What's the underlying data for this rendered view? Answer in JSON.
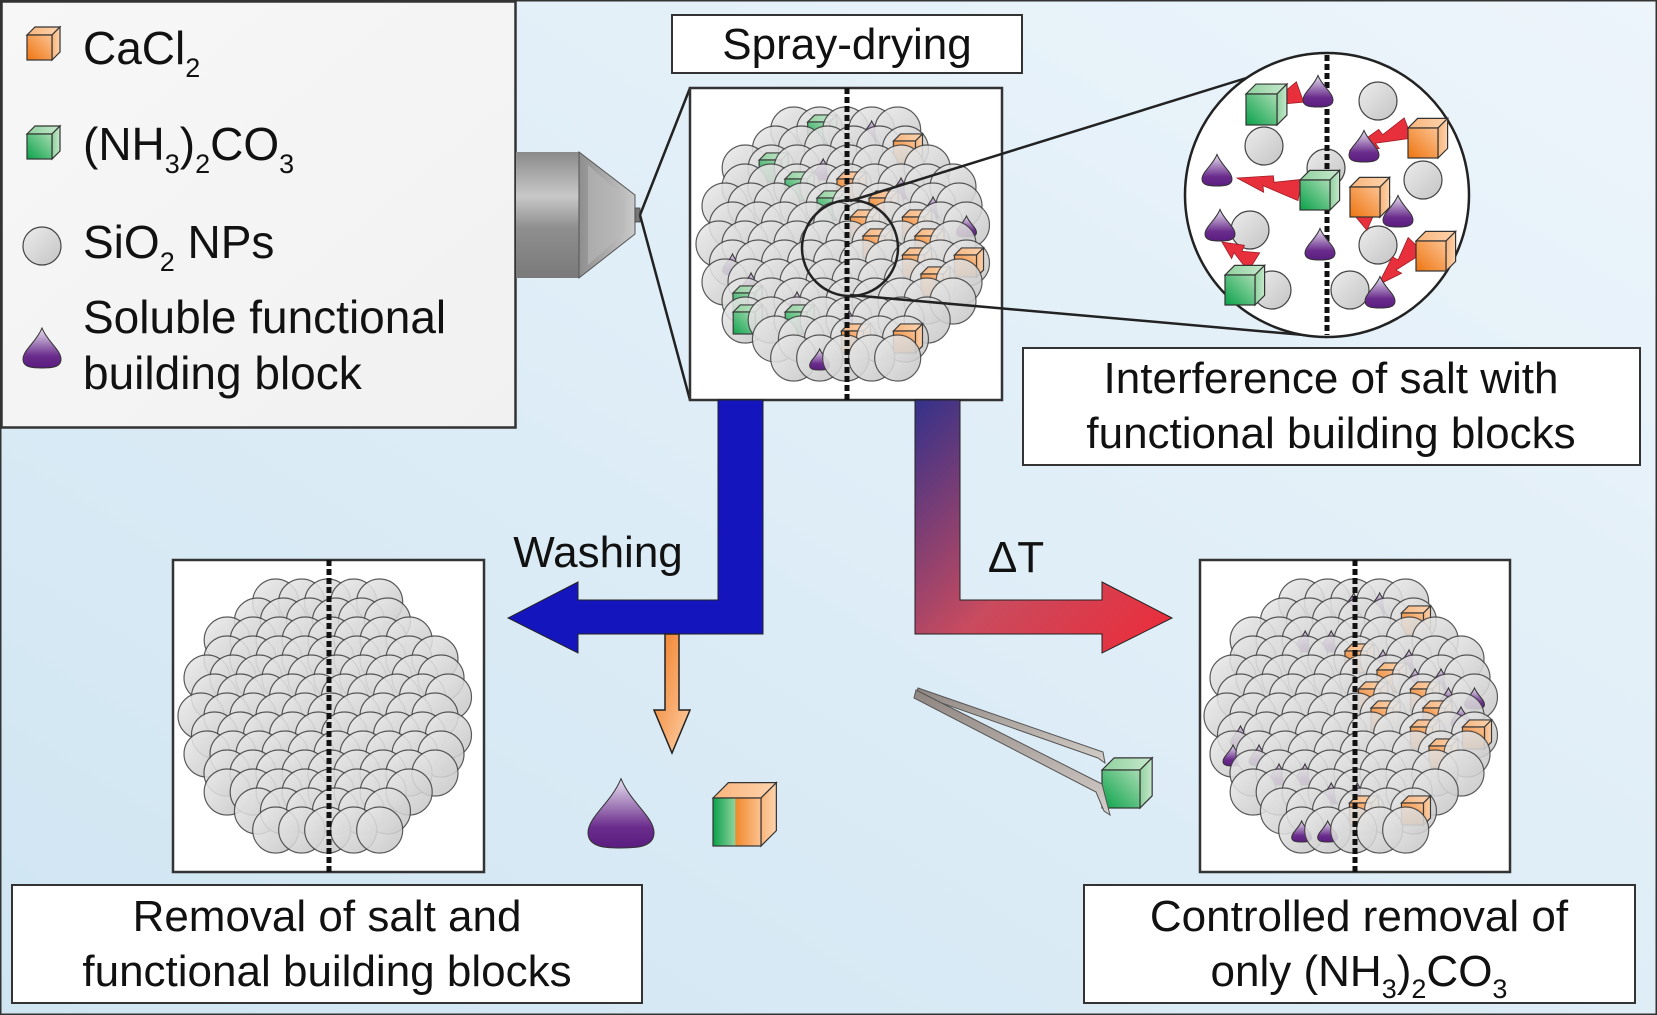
{
  "legend": {
    "items": [
      {
        "key": "cacl2",
        "icon": "orange-cube-icon",
        "label_main": "CaCl",
        "label_sub": "2",
        "label_tail": ""
      },
      {
        "key": "nh3co3",
        "icon": "green-cube-icon",
        "label_parts": [
          "(NH",
          "3",
          ")",
          "2",
          "CO",
          "3"
        ]
      },
      {
        "key": "sio2",
        "icon": "grey-sphere-icon",
        "label_main": "SiO",
        "label_sub": "2",
        "label_tail": " NPs"
      },
      {
        "key": "building_block",
        "icon": "purple-drop-icon",
        "label_line1": "Soluble functional",
        "label_line2": "building block"
      }
    ]
  },
  "labels": {
    "spray_drying": "Spray-drying",
    "interference_line1": "Interference of salt with",
    "interference_line2": "functional building blocks",
    "washing": "Washing",
    "delta_t": "ΔT",
    "removal_line1": "Removal of salt and",
    "removal_line2": "functional building blocks",
    "controlled_line1": "Controlled removal of",
    "controlled_line2_parts": [
      "only (NH",
      "3",
      ")",
      "2",
      "CO",
      "3"
    ]
  },
  "colors": {
    "background_top": "#eaf4fb",
    "background_bottom": "#d3e8f4",
    "orange": "#f08a2c",
    "green": "#1fa84f",
    "purple": "#5e2283",
    "silica": "#d6d6d6",
    "washing_arrow": "#1515bd",
    "heat_arrow_start": "#3c3388",
    "heat_arrow_end": "#ee2b3a",
    "interference_bolt": "#e8303c"
  }
}
